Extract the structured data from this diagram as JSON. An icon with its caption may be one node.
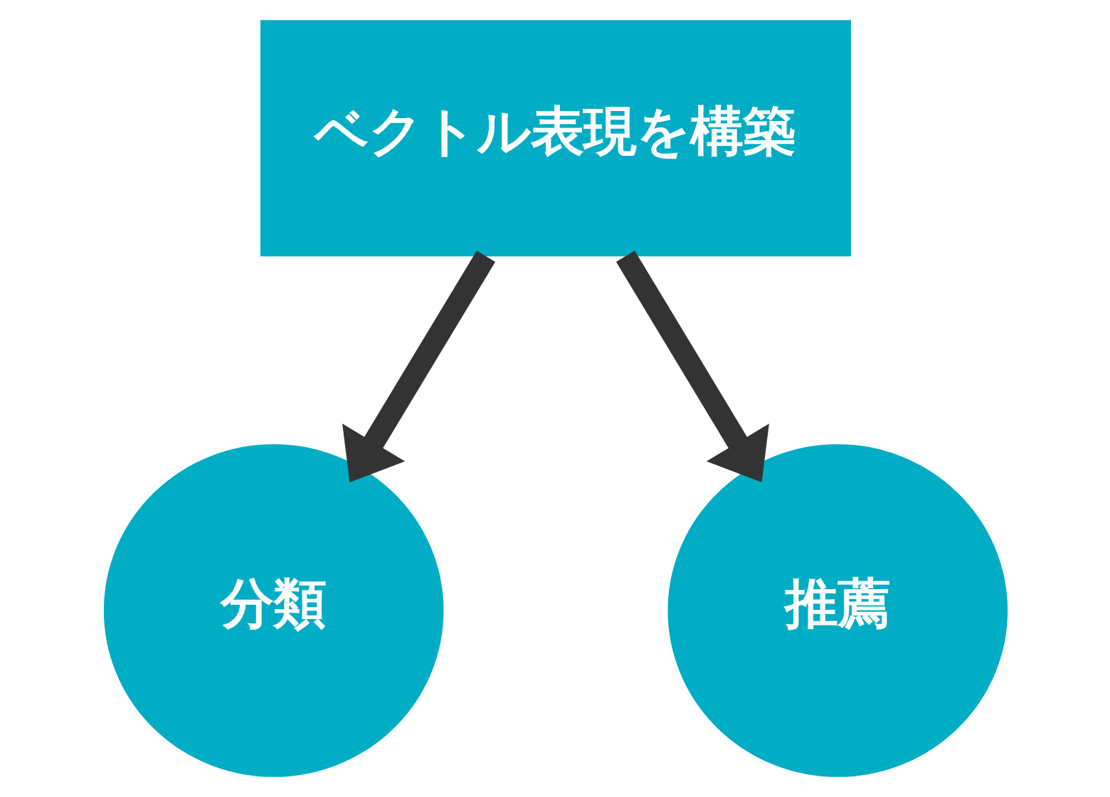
{
  "diagram": {
    "nodes": [
      {
        "text": [
          "ベクトル表現を構築"
        ]
      },
      {
        "text": [
          "分類"
        ]
      },
      {
        "text": [
          "推薦"
        ]
      }
    ],
    "edges": [
      {
        "from": 0,
        "to": 1,
        "arrow": "to"
      },
      {
        "from": 0,
        "to": 2,
        "arrow": "to"
      }
    ]
  }
}
